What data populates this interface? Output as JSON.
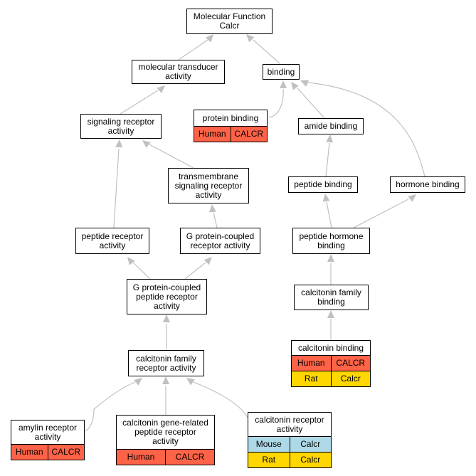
{
  "nodes": {
    "mf": {
      "label": "Molecular Function\nCalcr"
    },
    "mt": {
      "label": "molecular transducer\nactivity"
    },
    "bind": {
      "label": "binding"
    },
    "srec": {
      "label": "signaling receptor\nactivity"
    },
    "prot": {
      "label": "protein binding",
      "annot": [
        {
          "species": "Human",
          "gene": "CALCR"
        }
      ]
    },
    "amid": {
      "label": "amide binding"
    },
    "tmsr": {
      "label": "transmembrane\nsignaling receptor\nactivity"
    },
    "pepb": {
      "label": "peptide binding"
    },
    "horm": {
      "label": "hormone binding"
    },
    "prec": {
      "label": "peptide receptor\nactivity"
    },
    "gpcr": {
      "label": "G protein-coupled\nreceptor activity"
    },
    "phb": {
      "label": "peptide hormone\nbinding"
    },
    "gpp": {
      "label": "G protein-coupled\npeptide receptor\nactivity"
    },
    "cfb": {
      "label": "calcitonin family\nbinding"
    },
    "cfr": {
      "label": "calcitonin family\nreceptor activity"
    },
    "cb": {
      "label": "calcitonin binding",
      "annot": [
        {
          "species": "Human",
          "gene": "CALCR"
        },
        {
          "species": "Rat",
          "gene": "Calcr"
        }
      ]
    },
    "amy": {
      "label": "amylin receptor\nactivity",
      "annot": [
        {
          "species": "Human",
          "gene": "CALCR"
        }
      ]
    },
    "cgrp": {
      "label": "calcitonin gene-related\npeptide receptor\nactivity",
      "annot": [
        {
          "species": "Human",
          "gene": "CALCR"
        }
      ]
    },
    "crec": {
      "label": "calcitonin receptor\nactivity",
      "annot": [
        {
          "species": "Mouse",
          "gene": "Calcr"
        },
        {
          "species": "Rat",
          "gene": "Calcr"
        }
      ]
    }
  },
  "edges": [
    {
      "child": "mt",
      "parent": "mf"
    },
    {
      "child": "bind",
      "parent": "mf"
    },
    {
      "child": "srec",
      "parent": "mt"
    },
    {
      "child": "prot",
      "parent": "bind"
    },
    {
      "child": "amid",
      "parent": "bind"
    },
    {
      "child": "horm",
      "parent": "bind"
    },
    {
      "child": "tmsr",
      "parent": "srec"
    },
    {
      "child": "prec",
      "parent": "srec"
    },
    {
      "child": "pepb",
      "parent": "amid"
    },
    {
      "child": "gpcr",
      "parent": "tmsr"
    },
    {
      "child": "phb",
      "parent": "pepb"
    },
    {
      "child": "phb",
      "parent": "horm"
    },
    {
      "child": "gpp",
      "parent": "prec"
    },
    {
      "child": "gpp",
      "parent": "gpcr"
    },
    {
      "child": "cfb",
      "parent": "phb"
    },
    {
      "child": "cfr",
      "parent": "gpp"
    },
    {
      "child": "cb",
      "parent": "cfb"
    },
    {
      "child": "amy",
      "parent": "cfr"
    },
    {
      "child": "cgrp",
      "parent": "cfr"
    },
    {
      "child": "crec",
      "parent": "cfr"
    }
  ],
  "colors": {
    "Human": "#ff6347",
    "Rat": "#ffd700",
    "Mouse": "#add8e6",
    "edge": "#c0c0c0",
    "border": "#000000"
  }
}
